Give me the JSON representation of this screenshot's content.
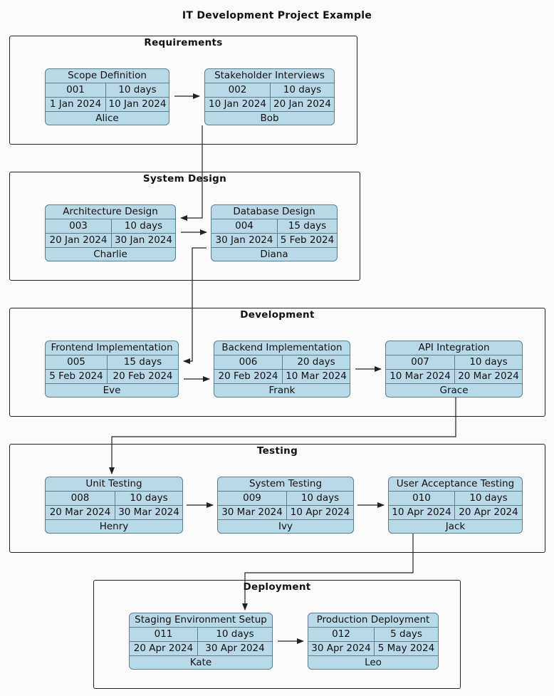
{
  "title": "IT Development Project Example",
  "phases": [
    {
      "name": "Requirements"
    },
    {
      "name": "System Design"
    },
    {
      "name": "Development"
    },
    {
      "name": "Testing"
    },
    {
      "name": "Deployment"
    }
  ],
  "tasks": [
    {
      "name": "Scope Definition",
      "id": "001",
      "duration": "10 days",
      "start": "1 Jan 2024",
      "end": "10 Jan 2024",
      "owner": "Alice"
    },
    {
      "name": "Stakeholder Interviews",
      "id": "002",
      "duration": "10 days",
      "start": "10 Jan 2024",
      "end": "20 Jan 2024",
      "owner": "Bob"
    },
    {
      "name": "Architecture Design",
      "id": "003",
      "duration": "10 days",
      "start": "20 Jan 2024",
      "end": "30 Jan 2024",
      "owner": "Charlie"
    },
    {
      "name": "Database Design",
      "id": "004",
      "duration": "15 days",
      "start": "30 Jan 2024",
      "end": "5 Feb 2024",
      "owner": "Diana"
    },
    {
      "name": "Frontend Implementation",
      "id": "005",
      "duration": "15 days",
      "start": "5 Feb 2024",
      "end": "20 Feb 2024",
      "owner": "Eve"
    },
    {
      "name": "Backend Implementation",
      "id": "006",
      "duration": "20 days",
      "start": "20 Feb 2024",
      "end": "10 Mar 2024",
      "owner": "Frank"
    },
    {
      "name": "API Integration",
      "id": "007",
      "duration": "10 days",
      "start": "10 Mar 2024",
      "end": "20 Mar 2024",
      "owner": "Grace"
    },
    {
      "name": "Unit Testing",
      "id": "008",
      "duration": "10 days",
      "start": "20 Mar 2024",
      "end": "30 Mar 2024",
      "owner": "Henry"
    },
    {
      "name": "System Testing",
      "id": "009",
      "duration": "10 days",
      "start": "30 Mar 2024",
      "end": "10 Apr 2024",
      "owner": "Ivy"
    },
    {
      "name": "User Acceptance Testing",
      "id": "010",
      "duration": "10 days",
      "start": "10 Apr 2024",
      "end": "20 Apr 2024",
      "owner": "Jack"
    },
    {
      "name": "Staging Environment Setup",
      "id": "011",
      "duration": "10 days",
      "start": "20 Apr 2024",
      "end": "30 Apr 2024",
      "owner": "Kate"
    },
    {
      "name": "Production Deployment",
      "id": "012",
      "duration": "5 days",
      "start": "30 Apr 2024",
      "end": "5 May 2024",
      "owner": "Leo"
    }
  ]
}
